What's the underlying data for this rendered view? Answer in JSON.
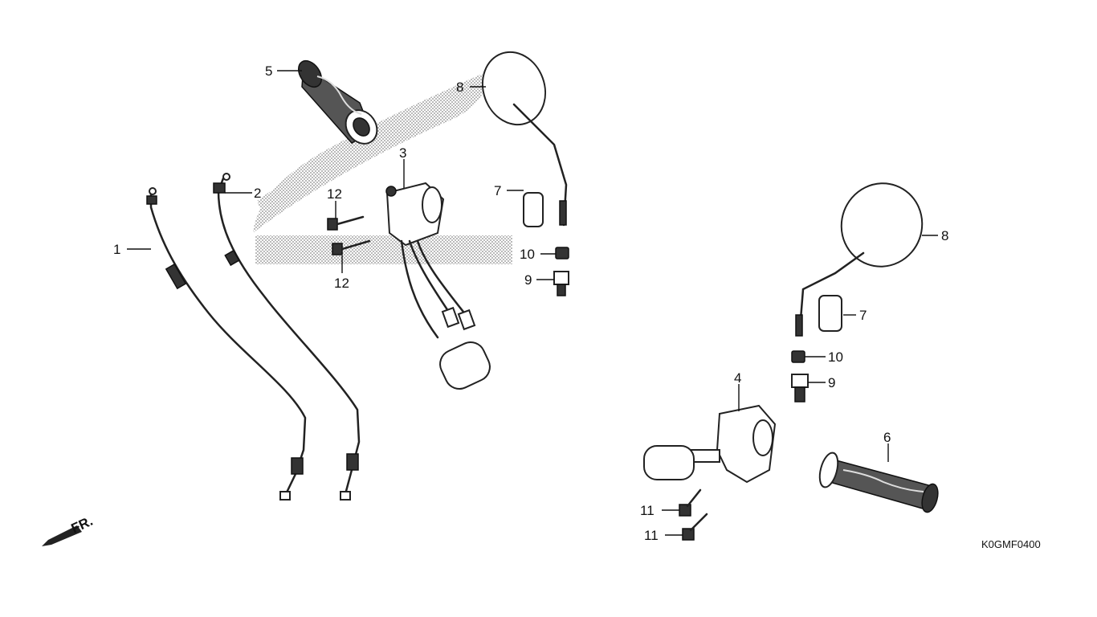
{
  "diagram": {
    "code": "K0GMF0400",
    "front_label": "FR.",
    "callouts": [
      {
        "id": "c1",
        "text": "1"
      },
      {
        "id": "c2",
        "text": "2"
      },
      {
        "id": "c3",
        "text": "3"
      },
      {
        "id": "c4",
        "text": "4"
      },
      {
        "id": "c5",
        "text": "5"
      },
      {
        "id": "c6",
        "text": "6"
      },
      {
        "id": "c7a",
        "text": "7"
      },
      {
        "id": "c7b",
        "text": "7"
      },
      {
        "id": "c8a",
        "text": "8"
      },
      {
        "id": "c8b",
        "text": "8"
      },
      {
        "id": "c9a",
        "text": "9"
      },
      {
        "id": "c9b",
        "text": "9"
      },
      {
        "id": "c10a",
        "text": "10"
      },
      {
        "id": "c10b",
        "text": "10"
      },
      {
        "id": "c11a",
        "text": "11"
      },
      {
        "id": "c11b",
        "text": "11"
      },
      {
        "id": "c12a",
        "text": "12"
      },
      {
        "id": "c12b",
        "text": "12"
      }
    ]
  }
}
